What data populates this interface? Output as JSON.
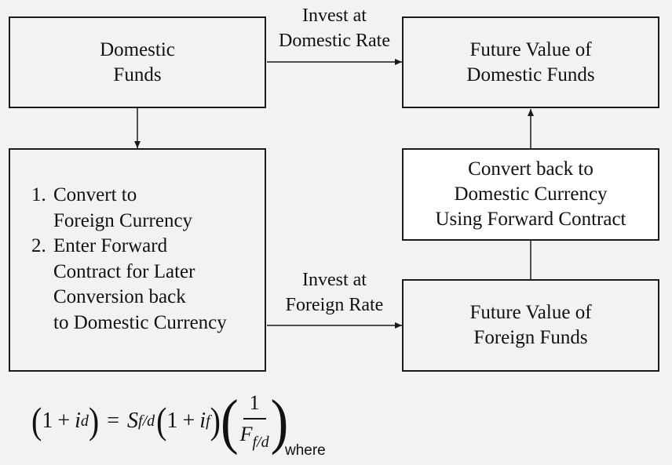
{
  "boxes": {
    "domestic_funds": [
      "Domestic",
      "Funds"
    ],
    "future_domestic": [
      "Future Value of",
      "Domestic Funds"
    ],
    "convert_back": [
      "Convert back to",
      "Domestic Currency",
      "Using Forward Contract"
    ],
    "future_foreign": [
      "Future Value of",
      "Foreign Funds"
    ]
  },
  "steps": [
    {
      "num": "1.",
      "lines": [
        "Convert to",
        "Foreign Currency"
      ]
    },
    {
      "num": "2.",
      "lines": [
        "Enter Forward",
        "Contract for Later",
        "Conversion back",
        "to Domestic Currency"
      ]
    }
  ],
  "edge_labels": {
    "top": [
      "Invest at",
      "Domestic Rate"
    ],
    "bottom": [
      "Invest at",
      "Foreign Rate"
    ]
  },
  "formula": {
    "one": "1",
    "plus": "+",
    "i": "i",
    "d": "d",
    "eq": "=",
    "S": "S",
    "f_over_d": "f/d",
    "f": "f",
    "F": "F"
  },
  "where_text": "where"
}
